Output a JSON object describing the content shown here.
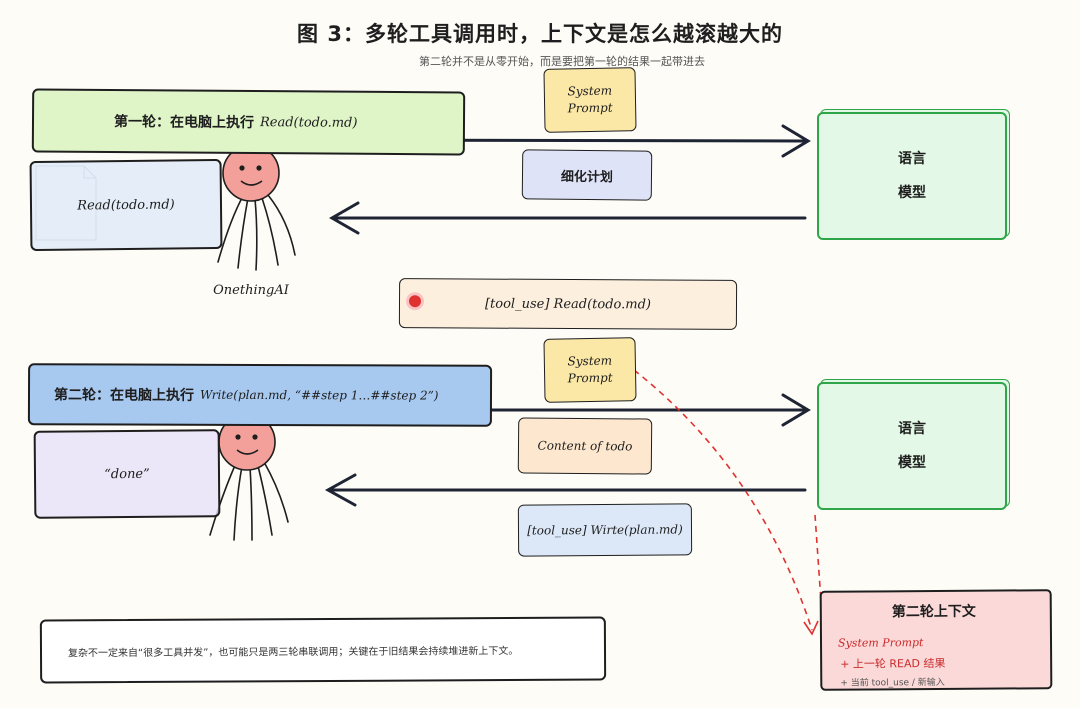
{
  "header": {
    "title": "图 3：多轮工具调用时，上下文是怎么越滚越大的",
    "subtitle": "第二轮并不是从零开始，而是要把第一轮的结果一起带进去"
  },
  "round1": {
    "banner_prefix": "第一轮：在电脑上执行",
    "banner_call": "Read(todo.md)",
    "doc_label": "Read(todo.md)",
    "system_prompt": "System\nPrompt",
    "plan_label": "细化计划",
    "model_label": "语言\n模型",
    "agent_name": "OnethingAI"
  },
  "tool_use_record": {
    "label": "[tool_use] Read(todo.md)"
  },
  "round2": {
    "banner_prefix": "第二轮：在电脑上执行",
    "banner_call": "Write(plan.md, “##step 1…##step 2”)",
    "done_label": "“done”",
    "system_prompt": "System\nPrompt",
    "content_label": "Content of todo",
    "tool_use_label": "[tool_use] Wirte(plan.md)",
    "model_label": "语言\n模型"
  },
  "context_panel": {
    "title": "第二轮上下文",
    "line1": "System Prompt",
    "line2": "+ 上一轮 READ 结果",
    "line3": "+ 当前 tool_use / 新输入"
  },
  "note": {
    "text": "复杂不一定来自“很多工具并发”，也可能只是两三轮串联调用；关键在于旧结果会持续堆进新上下文。"
  },
  "colors": {
    "round1_banner": "#dff5c8",
    "doc_card": "#dfeaf8",
    "sticky": "#fbe7a6",
    "plan": "#dfe3f8",
    "model": "#e3f8e6",
    "model_border": "#2fa54a",
    "tool_use": "#fcefde",
    "record_dot": "#e03131",
    "round2_banner": "#a7c8ef",
    "done_card": "#e6e0f8",
    "content_card": "#fde8cf",
    "tool_use2": "#dce8f8",
    "context_panel": "#fbd9d9",
    "context_text": "#c92a2a",
    "face": "#f3a09b",
    "dashed_arrow": "#e03131"
  }
}
